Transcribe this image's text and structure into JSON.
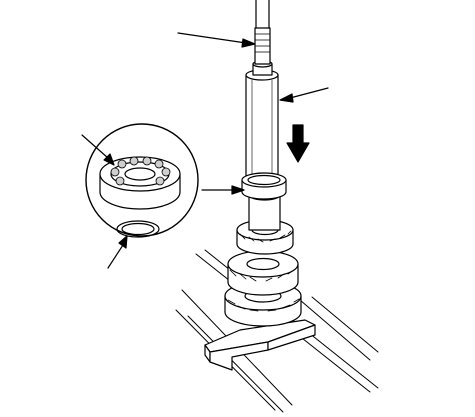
{
  "figure": {
    "line_color": "#000000",
    "fill_color": "#ffffff",
    "shade_color": "#cfcfcf",
    "press_arrow_color": "#000000"
  },
  "callouts": {
    "leader_lines": 4,
    "detail_arrow": 1,
    "press_direction": "down"
  }
}
